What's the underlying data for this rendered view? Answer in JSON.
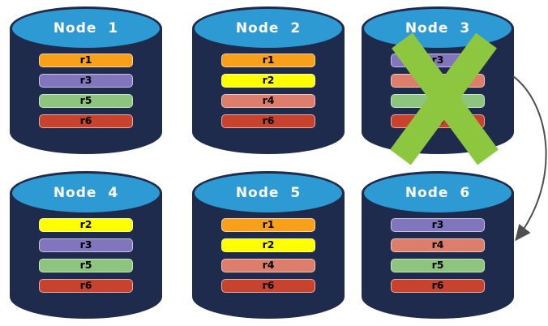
{
  "diagram": {
    "description_labels": [],
    "background_color": "#FFFFFF"
  },
  "colors": {
    "cylinder_body": "#1E2B4C",
    "cylinder_top": "#2E9AD4",
    "cylinder_outline": "#1E2B4C",
    "node_title_text": "#FFFFFF",
    "bar_text": "#000000",
    "failure_x": "#8DC63F",
    "arrow": "#4F4F4F",
    "replicas": {
      "r1": "#F9A01B",
      "r2": "#FFFF00",
      "r3": "#8176BD",
      "r4": "#DC7E6B",
      "r5": "#8EC57E",
      "r6": "#C8432D"
    }
  },
  "nodes": [
    {
      "label": "Node 1",
      "replicas": [
        "r1",
        "r3",
        "r5",
        "r6"
      ],
      "failed": false
    },
    {
      "label": "Node 2",
      "replicas": [
        "r1",
        "r2",
        "r4",
        "r6"
      ],
      "failed": false
    },
    {
      "label": "Node 3",
      "replicas": [
        "r3",
        "r4",
        "r5",
        "r6"
      ],
      "failed": true
    },
    {
      "label": "Node 4",
      "replicas": [
        "r2",
        "r3",
        "r5",
        "r6"
      ],
      "failed": false
    },
    {
      "label": "Node 5",
      "replicas": [
        "r1",
        "r2",
        "r4",
        "r6"
      ],
      "failed": false
    },
    {
      "label": "Node 6",
      "replicas": [
        "r3",
        "r4",
        "r5",
        "r6"
      ],
      "failed": false
    }
  ],
  "failure": {
    "failed_node": "Node 3",
    "icon": "green-x-failure-icon"
  },
  "arrow": {
    "from": "Node 3",
    "to": "Node 6"
  }
}
